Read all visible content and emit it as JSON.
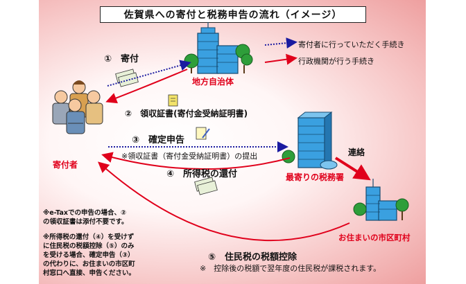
{
  "title": "佐賀県への寄付と税務申告の流れ（イメージ）",
  "legend": {
    "dotted": "寄付者に行っていただく手続き",
    "solid": "行政機関が行う手続き"
  },
  "nodes": {
    "donor": "寄付者",
    "local_gov": "地方自治体",
    "tax_office": "最寄りの税務署",
    "municipality": "お住まいの市区町村"
  },
  "steps": {
    "s1": "①　寄付",
    "s2": "②　領収証書(寄付金受納証明書)",
    "s3": "③　確定申告",
    "s3_note": "※領収証書（寄付金受納証明書）の提出",
    "s4": "④　所得税の還付",
    "s5": "⑤　住民税の税額控除",
    "s5_note": "※　控除後の税額で翌年度の住民税が課税されます。"
  },
  "relay_label": "連絡",
  "notes": {
    "etax_1": "※e-Taxでの申告の場合、②",
    "etax_2": "の領収証書は添付不要です。",
    "refund_1": "※所得税の還付（④）を受けず",
    "refund_2": "に住民税の税額控除（⑤）のみ",
    "refund_3": "を受ける場合、確定申告（③）",
    "refund_4": "の代わりに、お住まいの市区町",
    "refund_5": "村窓口へ直接、申告ください。"
  },
  "colors": {
    "solid_arrow": "#e0001b",
    "dotted_arrow": "#1a1aa0",
    "building": "#3aa0e0",
    "tree": "#2e9e3a"
  }
}
